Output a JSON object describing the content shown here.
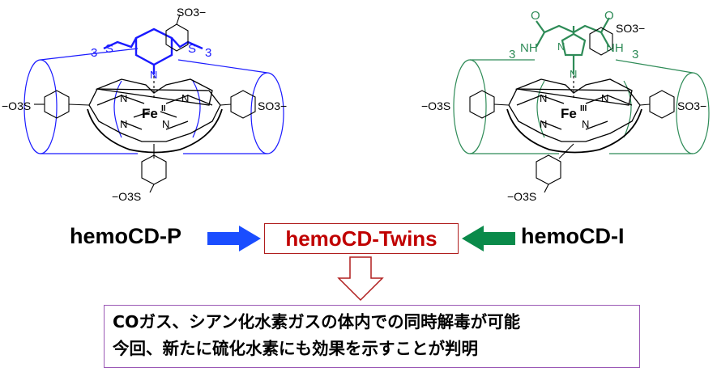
{
  "left_molecule": {
    "name": "hemoCD-P",
    "metal": "Fe",
    "oxidation": "II",
    "linker_count_left": "3",
    "linker_count_right": "3",
    "s_left": "S",
    "s_right": "S",
    "pyridine_n": "N",
    "so3_top": "SO3−",
    "so3_left": "−O3S",
    "so3_right": "SO3−",
    "so3_bottom": "−O3S",
    "porphyrin_n": [
      "N",
      "N",
      "N",
      "N"
    ],
    "color": "#1a1aff"
  },
  "right_molecule": {
    "name": "hemoCD-I",
    "metal": "Fe",
    "oxidation": "III",
    "linker_count_left": "3",
    "linker_count_right": "3",
    "nh_left": "NH",
    "nh_right": "NH",
    "o_left": "O",
    "o_right": "O",
    "imidazole_n1": "N",
    "imidazole_n2": "N",
    "so3_top": "SO3−",
    "so3_left": "−O3S",
    "so3_right": "SO3−",
    "so3_bottom": "−O3S",
    "porphyrin_n": [
      "N",
      "N",
      "N",
      "N"
    ],
    "color": "#2e8b57"
  },
  "center_label": "hemoCD-Twins",
  "arrow_colors": {
    "left": "#1a4dff",
    "right": "#0a8a4a",
    "down": "#b01e1e"
  },
  "note": {
    "line1": "COガス、シアン化水素ガスの体内での同時解毒が可能",
    "line2": "今回、新たに硫化水素にも効果を示すことが判明"
  }
}
